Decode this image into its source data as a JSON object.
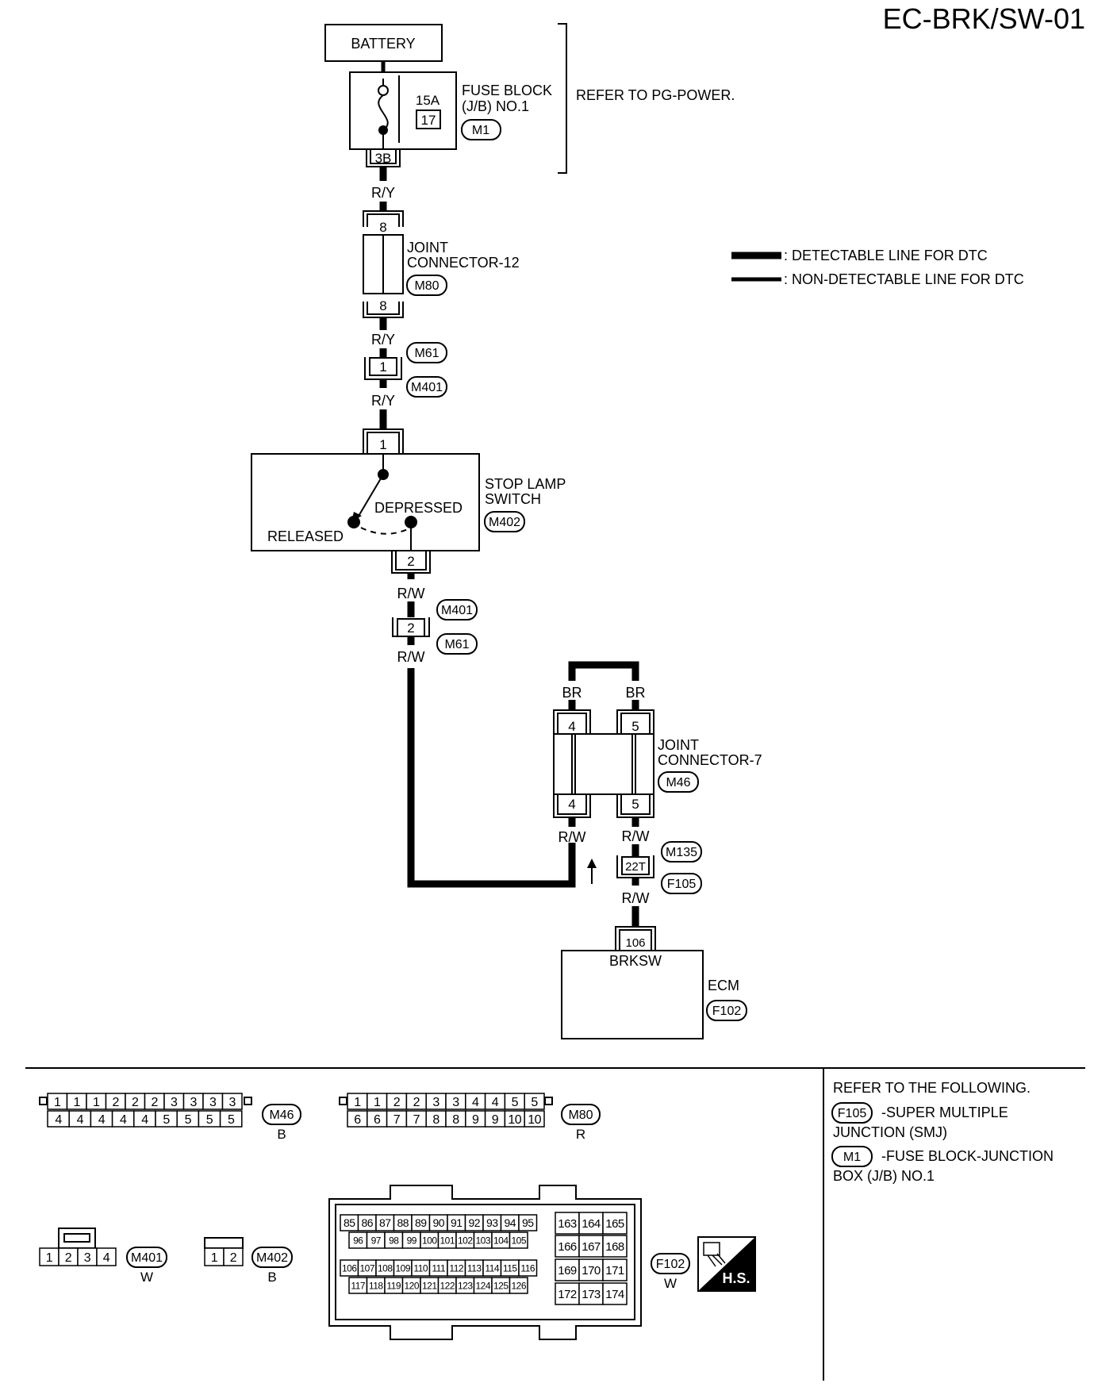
{
  "diagram": {
    "page_code": "EC-BRK/SW-01",
    "battery": "BATTERY",
    "fuse": {
      "amp": "15A",
      "number": "17",
      "name_line1": "FUSE BLOCK",
      "name_line2": "(J/B) NO.1",
      "conn": "M1",
      "terminal": "3B"
    },
    "refer_pg": "REFER TO PG-POWER.",
    "legend": [
      {
        "text": ": DETECTABLE LINE FOR DTC"
      },
      {
        "text": ": NON-DETECTABLE LINE FOR DTC"
      }
    ],
    "wire_ry": "R/Y",
    "wire_rw": "R/W",
    "wire_br": "BR",
    "jc12": {
      "line1": "JOINT",
      "line2": "CONNECTOR-12",
      "conn": "M80",
      "pin": "8"
    },
    "m61": "M61",
    "m401": "M401",
    "pin1": "1",
    "pin2": "2",
    "stop_lamp": {
      "line1": "STOP LAMP",
      "line2": "SWITCH",
      "conn": "M402",
      "depressed": "DEPRESSED",
      "released": "RELEASED"
    },
    "jc7": {
      "line1": "JOINT",
      "line2": "CONNECTOR-7",
      "conn": "M46",
      "pin_a": "4",
      "pin_b": "5"
    },
    "m135": "M135",
    "f105": "F105",
    "pin22t": "22T",
    "ecm": {
      "name": "ECM",
      "conn": "F102",
      "pin": "106",
      "terminal": "BRKSW"
    }
  },
  "connectors": {
    "m46": {
      "id": "M46",
      "color": "B",
      "top": [
        "1",
        "1",
        "1",
        "2",
        "2",
        "2",
        "3",
        "3",
        "3",
        "3"
      ],
      "bottom": [
        "4",
        "4",
        "4",
        "4",
        "4",
        "5",
        "5",
        "5",
        "5"
      ]
    },
    "m80": {
      "id": "M80",
      "color": "R",
      "top": [
        "1",
        "1",
        "2",
        "2",
        "3",
        "3",
        "4",
        "4",
        "5",
        "5"
      ],
      "bottom": [
        "6",
        "6",
        "7",
        "7",
        "8",
        "8",
        "9",
        "9",
        "10",
        "10"
      ]
    },
    "m401": {
      "id": "M401",
      "color": "W",
      "pins": [
        "1",
        "2",
        "3",
        "4"
      ]
    },
    "m402": {
      "id": "M402",
      "color": "B",
      "pins": [
        "1",
        "2"
      ]
    },
    "f102": {
      "id": "F102",
      "color": "W",
      "row1": [
        "85",
        "86",
        "87",
        "88",
        "89",
        "90",
        "91",
        "92",
        "93",
        "94",
        "95"
      ],
      "row2": [
        "96",
        "97",
        "98",
        "99",
        "100",
        "101",
        "102",
        "103",
        "104",
        "105"
      ],
      "row3": [
        "106",
        "107",
        "108",
        "109",
        "110",
        "111",
        "112",
        "113",
        "114",
        "115",
        "116"
      ],
      "row4": [
        "117",
        "118",
        "119",
        "120",
        "121",
        "122",
        "123",
        "124",
        "125",
        "126"
      ],
      "right": [
        [
          "163",
          "164",
          "165"
        ],
        [
          "166",
          "167",
          "168"
        ],
        [
          "169",
          "170",
          "171"
        ],
        [
          "172",
          "173",
          "174"
        ]
      ]
    },
    "hs_label": "H.S."
  },
  "refer": {
    "title": "REFER TO THE FOLLOWING.",
    "items": [
      {
        "code": "F105",
        "line1": "-SUPER MULTIPLE",
        "line2": "JUNCTION (SMJ)"
      },
      {
        "code": "M1",
        "line1": "-FUSE BLOCK-JUNCTION",
        "line2": "BOX (J/B) NO.1"
      }
    ]
  }
}
